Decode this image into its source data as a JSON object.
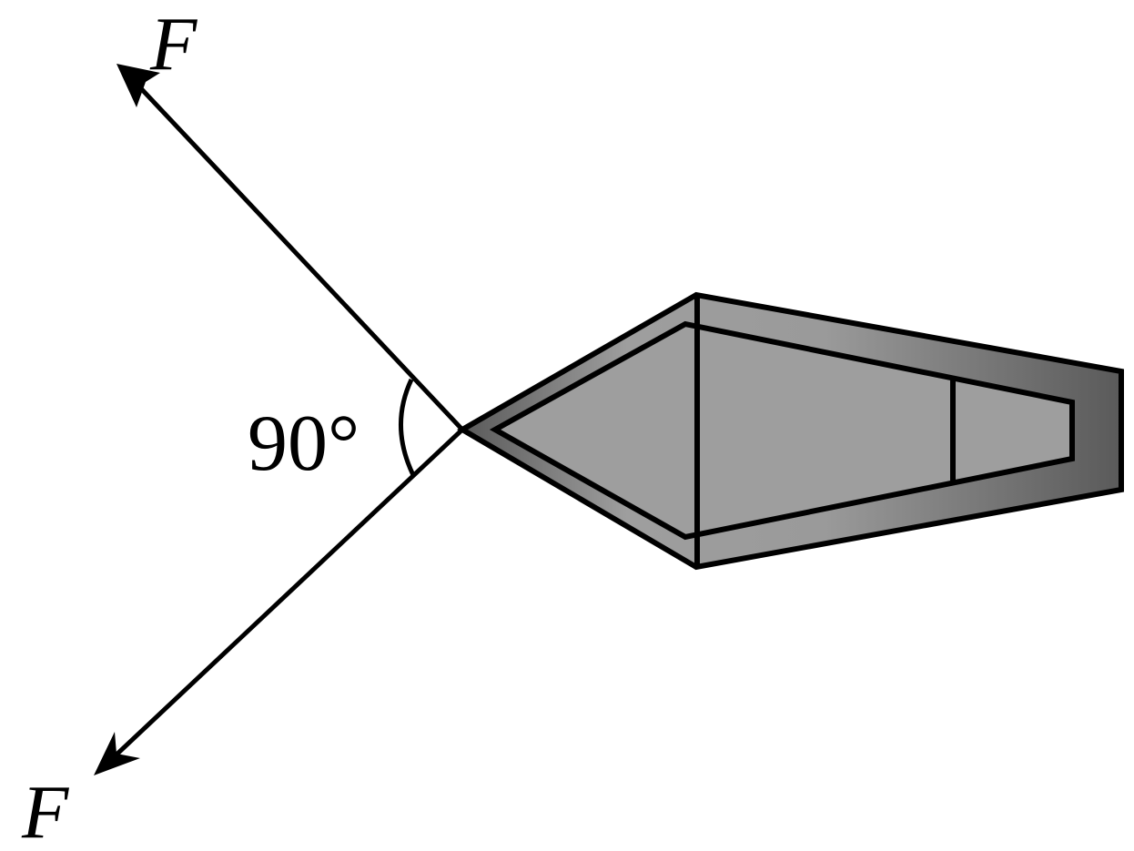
{
  "forces": {
    "upper_label": "F",
    "lower_label": "F"
  },
  "angle": {
    "label": "90°"
  },
  "colors": {
    "stroke": "#000000",
    "body_light": "#9e9e9e",
    "body_dark": "#5a5a5a",
    "background": "#ffffff"
  }
}
